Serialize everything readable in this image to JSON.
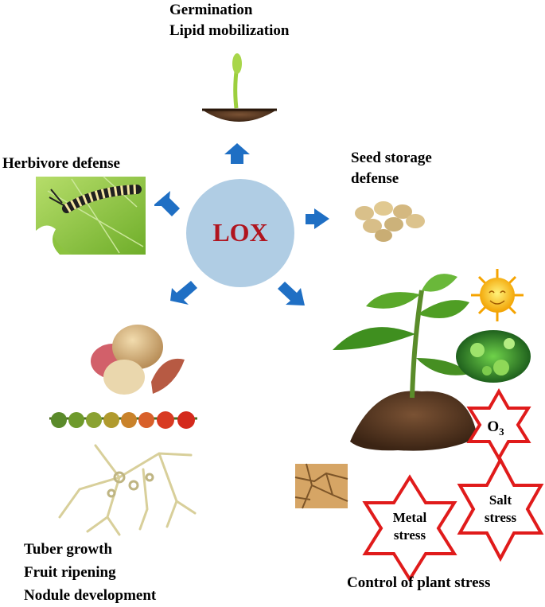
{
  "center": {
    "label": "LOX",
    "color": "#b0cde4",
    "label_color": "#b0141e"
  },
  "arrow_color": "#1f6fc4",
  "roles": {
    "top": [
      "Germination",
      "Lipid mobilization"
    ],
    "left": [
      "Herbivore defense"
    ],
    "right": [
      "Seed storage",
      "defense"
    ],
    "bottom_left": [
      "Tuber growth",
      "Fruit ripening",
      "Nodule development"
    ],
    "bottom_right": [
      "Control of plant stress"
    ]
  },
  "stressors": {
    "ozone": {
      "base": "O",
      "sub": "3"
    },
    "salt": [
      "Salt",
      "stress"
    ],
    "metal": [
      "Metal",
      "stress"
    ]
  },
  "images": [
    "seedling",
    "caterpillar-on-leaf",
    "soybeans",
    "potatoes",
    "tomatoes",
    "root-nodules",
    "plant-in-soil",
    "sun",
    "microbes",
    "dry-cracked-soil"
  ],
  "star_color": "#e01b1b"
}
